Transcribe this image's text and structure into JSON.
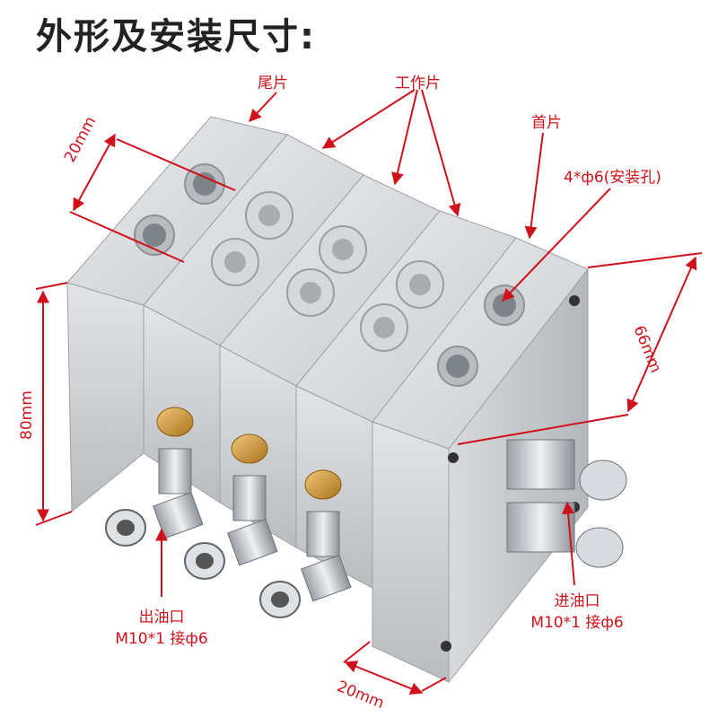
{
  "title": "外形及安装尺寸:",
  "labels": {
    "tail": "尾片",
    "work": "工作片",
    "head": "首片",
    "mount": "4*ф6(安装孔)",
    "dim_top": "20mm",
    "dim_right": "66mm",
    "dim_left": "80mm",
    "dim_bottom": "20mm",
    "outlet_1": "出油口",
    "outlet_2": "M10*1 接ф6",
    "inlet_1": "进油口",
    "inlet_2": "M10*1 接ф6"
  },
  "colors": {
    "annotation": "#d0111b",
    "aluminium": "#d4d7da",
    "brass": "#c9953d"
  }
}
